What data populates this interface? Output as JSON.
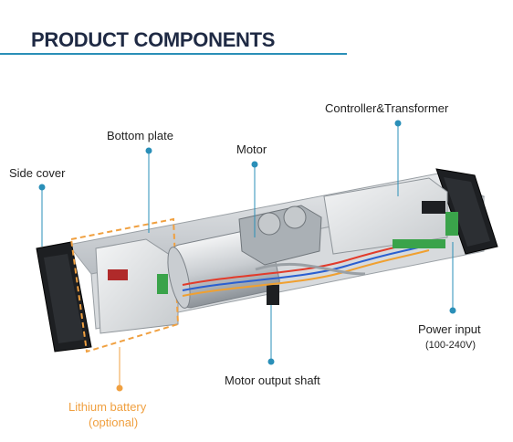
{
  "title": "PRODUCT COMPONENTS",
  "colors": {
    "title": "#1f2a44",
    "rule": "#2a8fb8",
    "callout": "#2a8fb8",
    "battery": "#f0a040"
  },
  "labels": {
    "side_cover": "Side cover",
    "bottom_plate": "Bottom plate",
    "motor": "Motor",
    "controller": "Controller&Transformer",
    "power_input": "Power input",
    "power_range": "(100-240V)",
    "motor_shaft": "Motor output shaft",
    "lithium_battery": "Lithium battery",
    "optional": "(optional)"
  }
}
